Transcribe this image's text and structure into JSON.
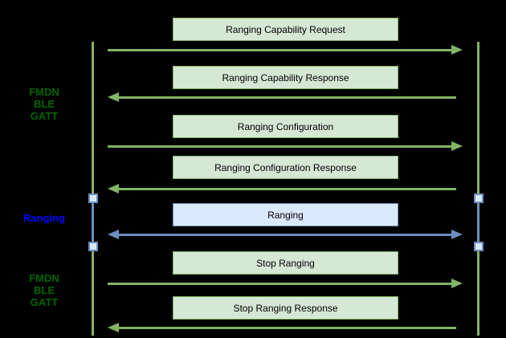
{
  "side_labels": {
    "gatt_top": "FMDN\nBLE\nGATT",
    "ranging": "Ranging",
    "gatt_bottom": "FMDN\nBLE\nGATT"
  },
  "messages": {
    "m1": {
      "label": "Ranging Capability Request",
      "direction": "right",
      "theme": "green"
    },
    "m2": {
      "label": "Ranging Capability Response",
      "direction": "left",
      "theme": "green"
    },
    "m3": {
      "label": "Ranging Configuration",
      "direction": "right",
      "theme": "green"
    },
    "m4": {
      "label": "Ranging Configuration Response",
      "direction": "left",
      "theme": "green"
    },
    "m5": {
      "label": "Ranging",
      "direction": "both",
      "theme": "blue"
    },
    "m6": {
      "label": "Stop Ranging",
      "direction": "right",
      "theme": "green"
    },
    "m7": {
      "label": "Stop Ranging Response",
      "direction": "left",
      "theme": "green"
    }
  },
  "colors": {
    "bg": "#000000",
    "green_fill": "#d5e8d4",
    "green_stroke": "#82b366",
    "blue_fill": "#dae8fc",
    "blue_stroke": "#6c8ebf",
    "label_green": "#006600",
    "label_blue": "#0000ff",
    "text": "#000000"
  }
}
